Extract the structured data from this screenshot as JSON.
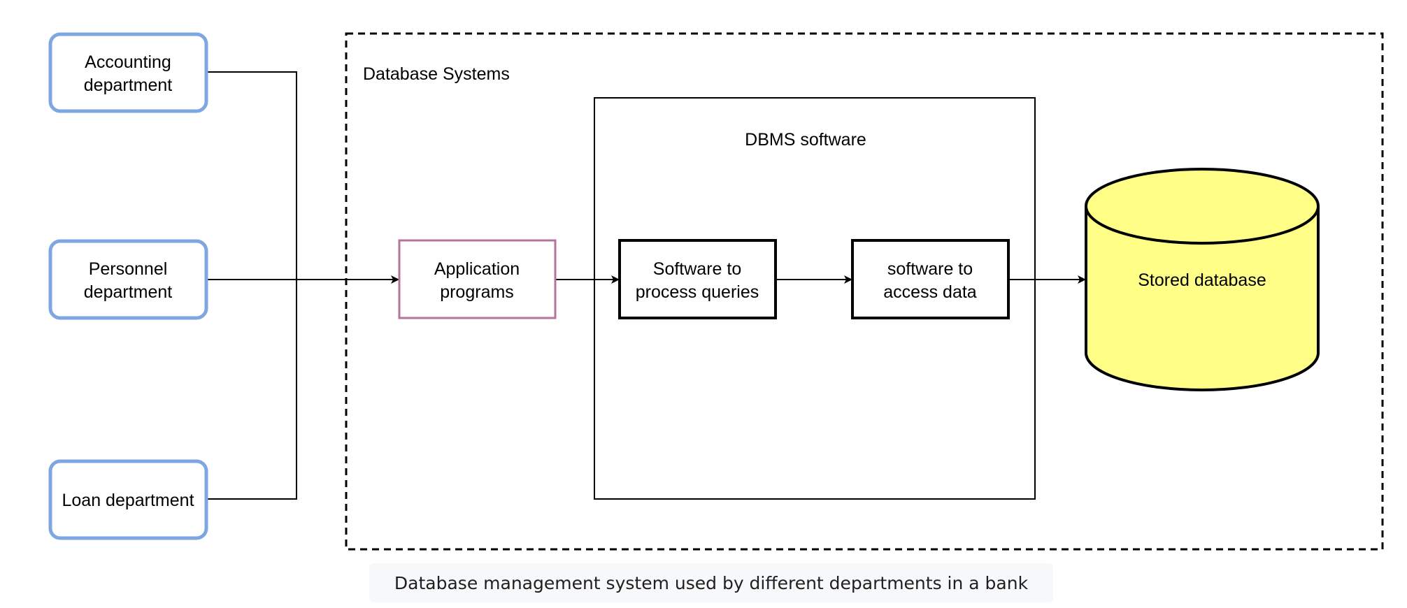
{
  "departments": {
    "accounting": [
      "Accounting",
      "department"
    ],
    "personnel": [
      "Personnel",
      "department"
    ],
    "loan": [
      "Loan department"
    ]
  },
  "database_systems": {
    "label": "Database Systems"
  },
  "dbms": {
    "label": "DBMS software"
  },
  "application_programs": [
    "Application",
    "programs"
  ],
  "process_queries": [
    "Software to",
    "process queries"
  ],
  "access_data": [
    "software to",
    "access data"
  ],
  "stored_database": {
    "label": "Stored database"
  },
  "caption": "Database management system used by different departments in a bank",
  "colors": {
    "department_border": "#7ea6e0",
    "application_border": "#b5739d",
    "database_fill": "#ffff88",
    "caption_background": "#f7f8fa"
  }
}
